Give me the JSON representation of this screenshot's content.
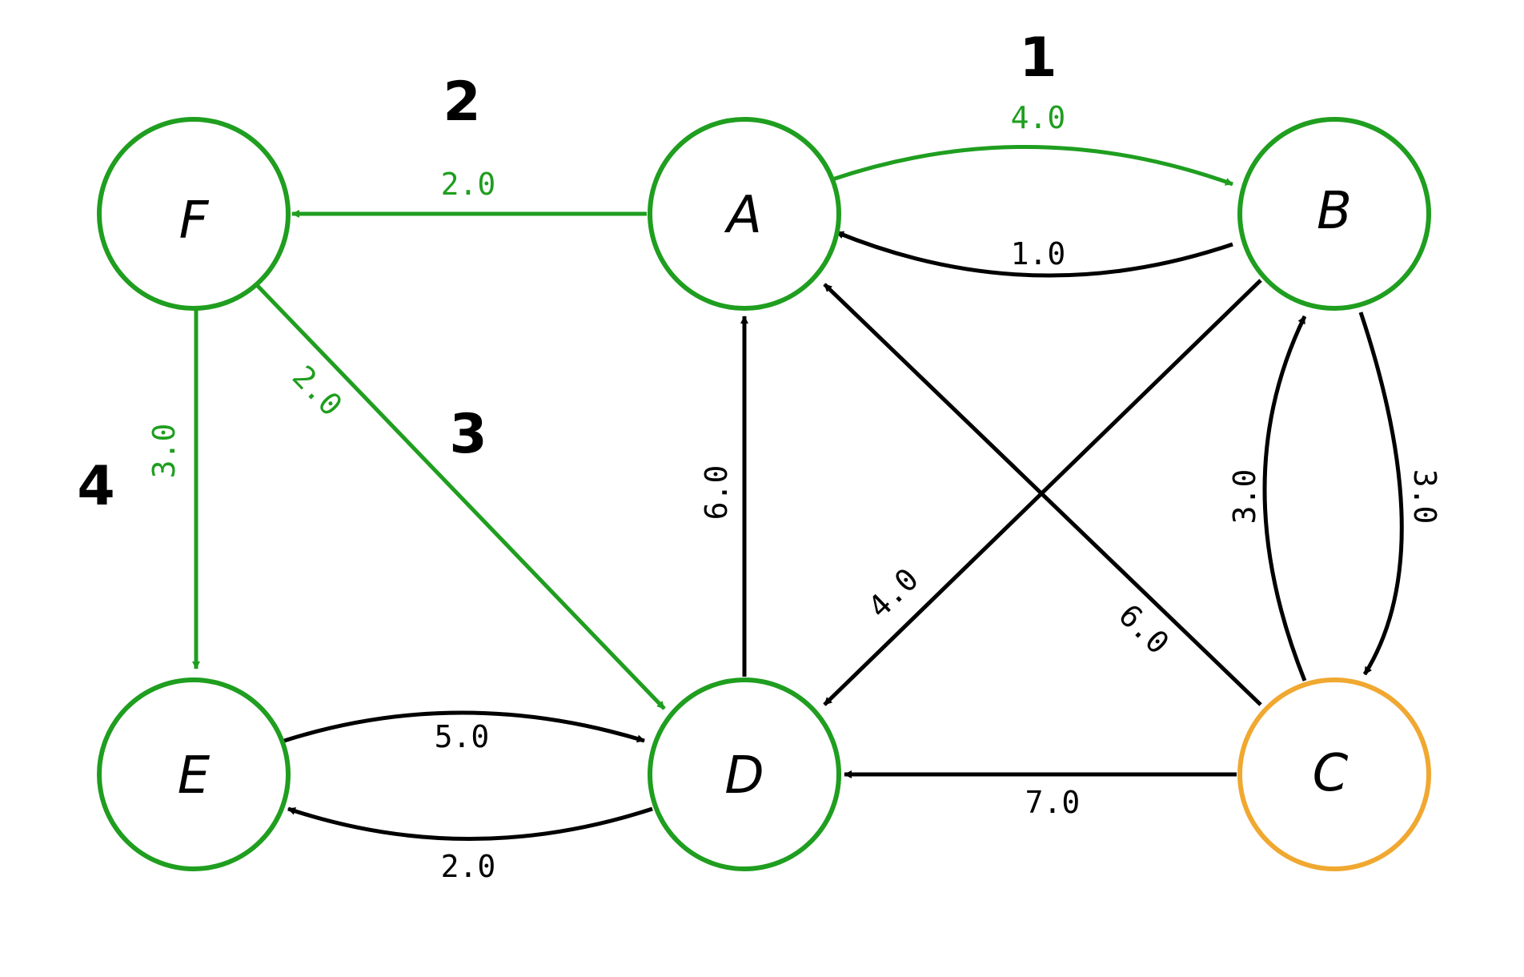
{
  "colors": {
    "visited": "#1f9e1f",
    "current": "#f0a830",
    "default": "#000000"
  },
  "nodes": {
    "A": {
      "label": "A",
      "state": "visited"
    },
    "B": {
      "label": "B",
      "state": "visited"
    },
    "C": {
      "label": "C",
      "state": "current"
    },
    "D": {
      "label": "D",
      "state": "visited"
    },
    "E": {
      "label": "E",
      "state": "visited"
    },
    "F": {
      "label": "F",
      "state": "visited"
    }
  },
  "edges": [
    {
      "from": "A",
      "to": "B",
      "weight": "4.0",
      "state": "visited"
    },
    {
      "from": "B",
      "to": "A",
      "weight": "1.0",
      "state": "default"
    },
    {
      "from": "A",
      "to": "F",
      "weight": "2.0",
      "state": "visited"
    },
    {
      "from": "F",
      "to": "E",
      "weight": "3.0",
      "state": "visited"
    },
    {
      "from": "F",
      "to": "D",
      "weight": "2.0",
      "state": "visited"
    },
    {
      "from": "D",
      "to": "A",
      "weight": "6.0",
      "state": "default"
    },
    {
      "from": "B",
      "to": "D",
      "weight": "4.0",
      "state": "default"
    },
    {
      "from": "C",
      "to": "A",
      "weight": "6.0",
      "state": "default"
    },
    {
      "from": "B",
      "to": "C",
      "weight": "3.0",
      "state": "default"
    },
    {
      "from": "C",
      "to": "B",
      "weight": "3.0",
      "state": "default"
    },
    {
      "from": "E",
      "to": "D",
      "weight": "5.0",
      "state": "default"
    },
    {
      "from": "D",
      "to": "E",
      "weight": "2.0",
      "state": "default"
    },
    {
      "from": "C",
      "to": "D",
      "weight": "7.0",
      "state": "default"
    }
  ],
  "steps": [
    "1",
    "2",
    "3",
    "4"
  ]
}
